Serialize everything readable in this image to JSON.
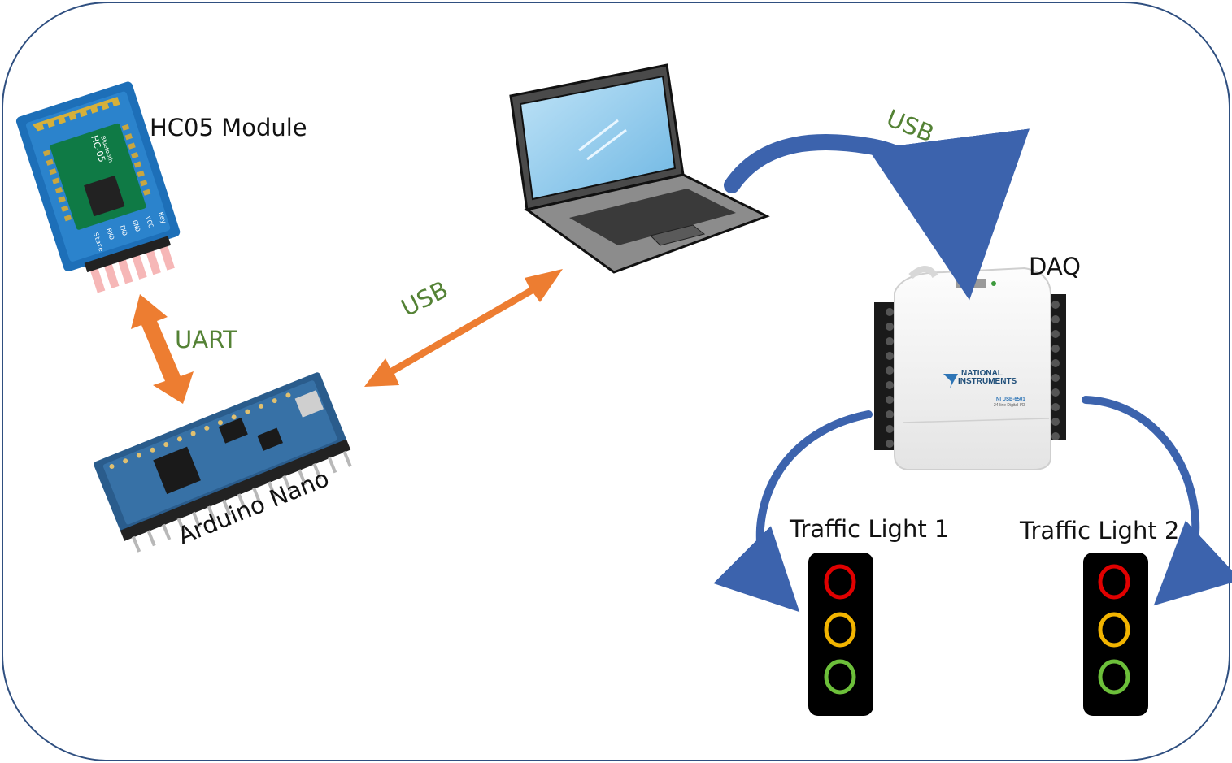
{
  "components": {
    "hc05": {
      "label": "HC05 Module",
      "chip_label": "HC-05",
      "chip_sublabel": "Bluetooth",
      "pins": [
        "Key",
        "VCC",
        "GND",
        "TXD",
        "RXD",
        "State"
      ]
    },
    "arduino": {
      "label": "Arduino Nano"
    },
    "laptop": {
      "label": ""
    },
    "daq": {
      "label": "DAQ",
      "brand_line1": "NATIONAL",
      "brand_line2": "INSTRUMENTS",
      "model": "NI USB-6501",
      "model_sub": "24-line Digital I/O"
    },
    "traffic_light_1": {
      "label": "Traffic Light 1"
    },
    "traffic_light_2": {
      "label": "Traffic Light 2"
    }
  },
  "links": {
    "uart": {
      "label": "UART"
    },
    "usb_arduino_laptop": {
      "label": "USB"
    },
    "usb_laptop_daq": {
      "label": "USB"
    }
  },
  "colors": {
    "frame_border": "#2f4f80",
    "bidirectional_arrow": "#ed7d31",
    "flow_arrow": "#3c63ad",
    "link_label": "#548235",
    "light_red": "#e00000",
    "light_yellow": "#f2b400",
    "light_green": "#6cbf3a",
    "light_housing": "#000000"
  }
}
